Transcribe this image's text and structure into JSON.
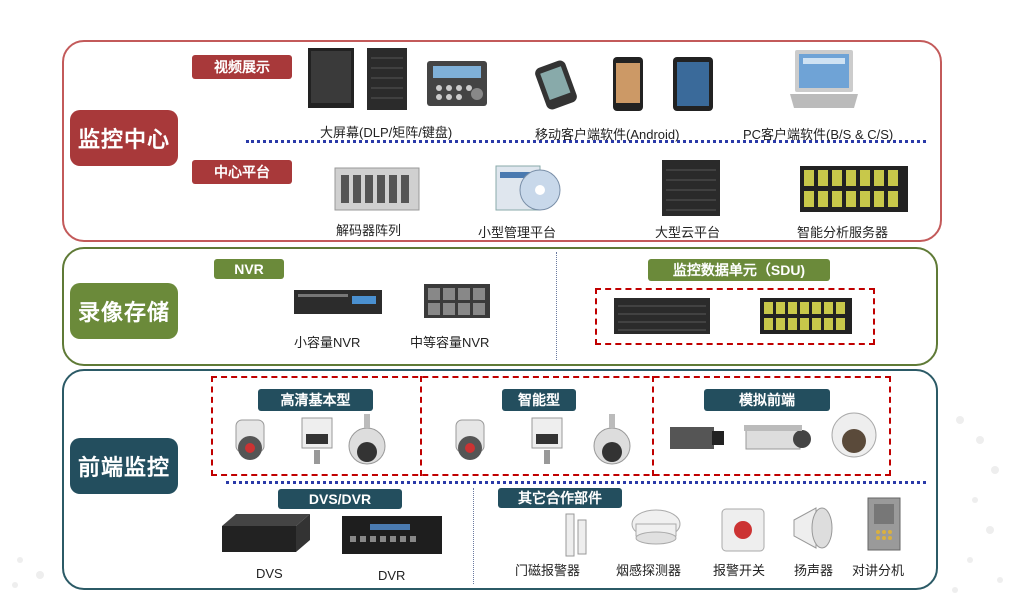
{
  "sections": {
    "monitor_center": {
      "title": "监控中心",
      "video_tag": "视频展示",
      "platform_tag": "中心平台",
      "video_items": [
        "大屏幕(DLP/矩阵/键盘)",
        "移动客户端软件(Android)",
        "PC客户端软件(B/S & C/S)"
      ],
      "platform_items": [
        "解码器阵列",
        "小型管理平台",
        "大型云平台",
        "智能分析服务器"
      ]
    },
    "storage": {
      "title": "录像存储",
      "nvr_tag": "NVR",
      "sdu_tag": "监控数据单元（SDU)",
      "nvr_items": [
        "小容量NVR",
        "中等容量NVR"
      ]
    },
    "frontend": {
      "title": "前端监控",
      "hd_tag": "高清基本型",
      "smart_tag": "智能型",
      "analog_tag": "模拟前端",
      "dvs_tag": "DVS/DVR",
      "other_tag": "其它合作部件",
      "dvs_items": [
        "DVS",
        "DVR"
      ],
      "other_items": [
        "门磁报警器",
        "烟感探测器",
        "报警开关",
        "扬声器",
        "对讲分机"
      ]
    }
  },
  "colors": {
    "red": "#a8393a",
    "green": "#6b8a3a",
    "teal": "#234e5e",
    "dash": "#c00000",
    "dotline": "#2a3aa8"
  }
}
